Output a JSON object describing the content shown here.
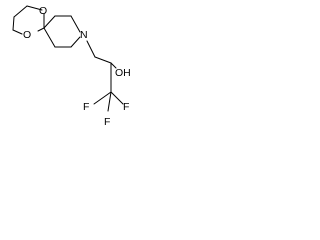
{
  "molecule": {
    "atoms": {
      "o_top": "O",
      "o_bottom": "O",
      "n": "N",
      "oh": "OH",
      "f_left": "F",
      "f_middle": "F",
      "f_right": "F"
    }
  }
}
